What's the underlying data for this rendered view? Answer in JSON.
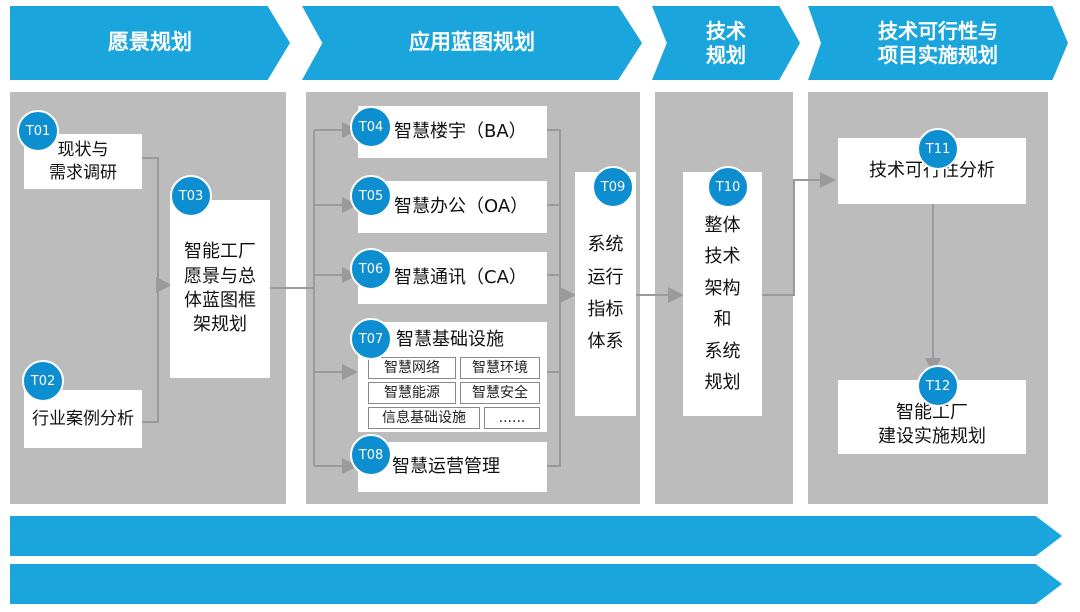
{
  "headers": {
    "vision": "愿景规划",
    "blueprint": "应用蓝图规划",
    "tech": "技术\n规划",
    "feasibility": "技术可行性与\n项目实施规划"
  },
  "nodes": {
    "t01": {
      "id": "T01",
      "label": "现状与\n需求调研"
    },
    "t02": {
      "id": "T02",
      "label": "行业案例分析"
    },
    "t03": {
      "id": "T03",
      "label": "智能工厂\n愿景与总\n体蓝图框\n架规划"
    },
    "t04": {
      "id": "T04",
      "label": "智慧楼宇（BA）"
    },
    "t05": {
      "id": "T05",
      "label": "智慧办公（OA）"
    },
    "t06": {
      "id": "T06",
      "label": "智慧通讯（CA）"
    },
    "t07": {
      "id": "T07",
      "label": "智慧基础设施",
      "items": [
        "智慧网络",
        "智慧环境",
        "智慧能源",
        "智慧安全",
        "信息基础设施",
        "......"
      ]
    },
    "t08": {
      "id": "T08",
      "label": "智慧运营管理"
    },
    "t09": {
      "id": "T09",
      "label": "系统\n运行\n指标\n体系"
    },
    "t10": {
      "id": "T10",
      "label": "整体\n技术\n架构\n和\n系统\n规划"
    },
    "t11": {
      "id": "T11",
      "label": "技术可行性分析"
    },
    "t12": {
      "id": "T12",
      "label": "智能工厂\n建设实施规划"
    }
  },
  "colors": {
    "header": "#1aa5dc",
    "badge": "#0d8ed0",
    "panel": "#bcbcbc",
    "connector": "#9a9a9a"
  }
}
